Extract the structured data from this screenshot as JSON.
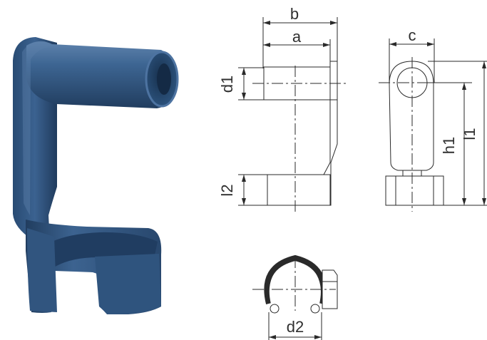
{
  "labels": {
    "b": "b",
    "a": "a",
    "c": "c",
    "d1": "d1",
    "h1": "h1",
    "l1": "l1",
    "l2": "l2",
    "d2": "d2"
  },
  "colors": {
    "part_fill": "#335a86",
    "part_shadow": "#213d5f",
    "part_highlight": "#5f83ad",
    "line": "#2a2a2a",
    "drawing_fill": "#ffffff"
  }
}
